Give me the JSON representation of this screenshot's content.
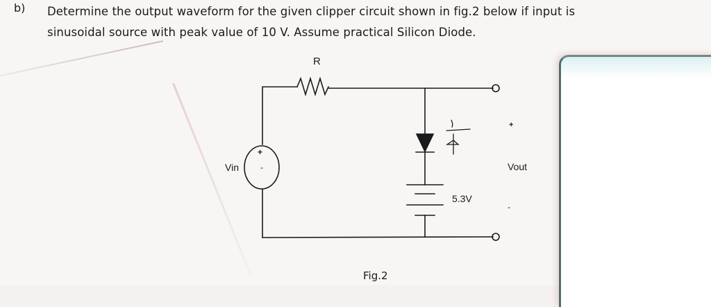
{
  "question": {
    "label": "b)",
    "line1": "Determine the output waveform for the given clipper circuit shown in fig.2 below if input is",
    "line2": "sinusoidal source with peak value of 10 V. Assume practical Silicon Diode."
  },
  "circuit": {
    "resistor_label": "R",
    "source_label": "Vin",
    "source_plus": "+",
    "source_minus": "-",
    "battery_label": "5.3V",
    "output_label": "Vout",
    "output_plus": "+",
    "output_minus": "-"
  },
  "figure_caption": "Fig.2",
  "colors": {
    "ink": "#1a1a1a",
    "paper": "#f7f6f5",
    "card_border": "#4f6f6a"
  }
}
